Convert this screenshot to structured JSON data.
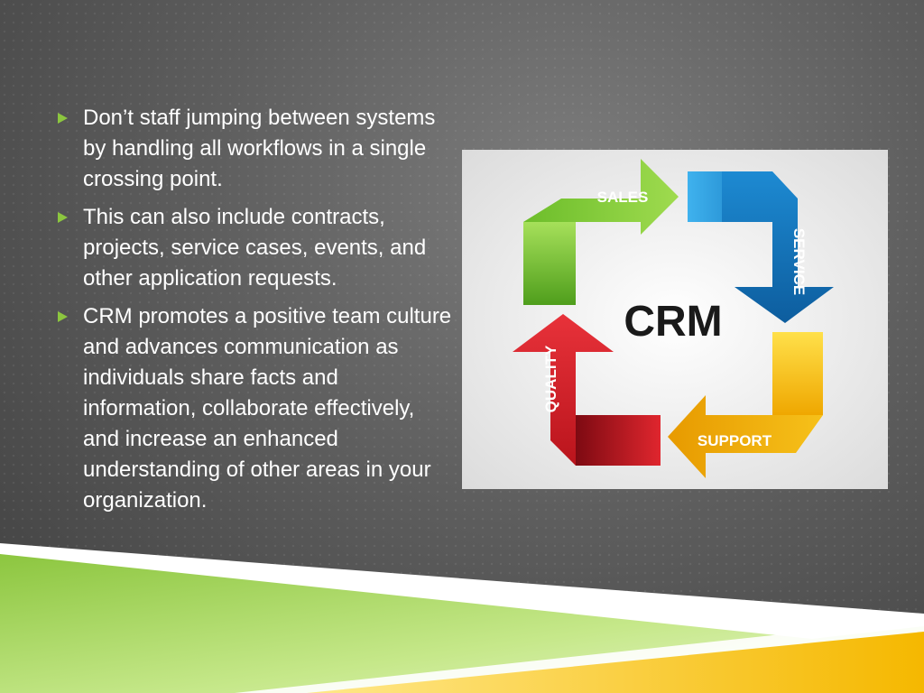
{
  "slide": {
    "bullets": [
      "Don’t staff jumping between systems by handling all workflows in a single crossing point.",
      "This can also include contracts, projects, service cases, events, and other application requests.",
      "CRM promotes a positive team culture and advances communication as individuals share facts and information, collaborate effectively, and increase an enhanced understanding of other areas in your organization."
    ]
  },
  "diagram": {
    "center_label": "CRM",
    "arrows": {
      "sales": "SALES",
      "service": "SERVICE",
      "support": "SUPPORT",
      "quality": "QUALITY"
    }
  },
  "colors": {
    "bullet_marker": "#8cc63f",
    "sales_green": "#7ac92f",
    "service_blue": "#1a8fd6",
    "support_yellow": "#f2b705",
    "quality_red": "#d4202a",
    "footer_green": "#8cc63f",
    "footer_yellow": "#f5b800"
  }
}
